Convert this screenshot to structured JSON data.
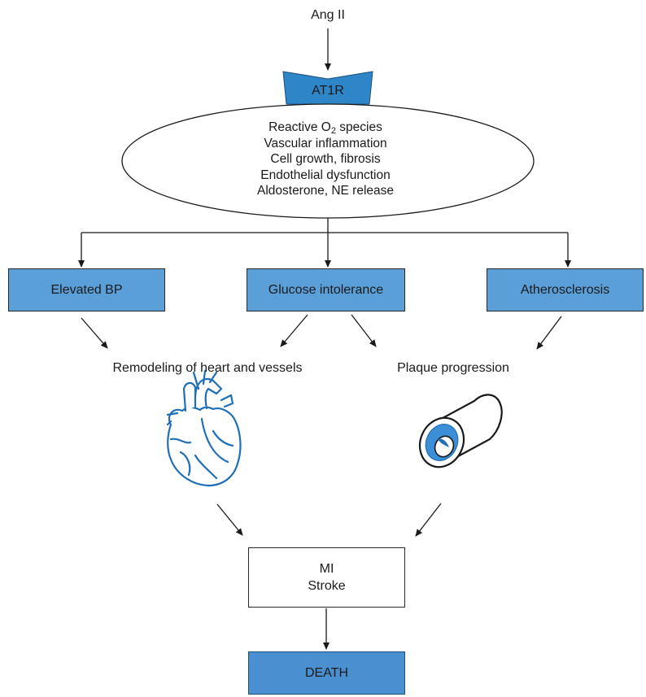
{
  "top_label": "Ang II",
  "receptor_label": "AT1R",
  "effects": {
    "ros_prefix": "Reactive O",
    "ros_sub": "2",
    "ros_suffix": " species",
    "line2": "Vascular inflammation",
    "line3": "Cell growth, fibrosis",
    "line4": "Endothelial dysfunction",
    "line5": "Aldosterone, NE release"
  },
  "conditions": {
    "left": "Elevated BP",
    "center": "Glucose intolerance",
    "right": "Atherosclerosis"
  },
  "outcomes": {
    "left": "Remodeling of heart and vessels",
    "right": "Plaque progression"
  },
  "events": {
    "line1": "MI",
    "line2": "Stroke"
  },
  "final_label": "DEATH",
  "colors": {
    "receptor_fill": "#2e86c8",
    "box_fill": "#5b9fd8",
    "death_fill": "#4a90d0",
    "icon_stroke": "#1f6fb8"
  },
  "icons": [
    "heart-icon",
    "artery-cross-section-icon"
  ]
}
